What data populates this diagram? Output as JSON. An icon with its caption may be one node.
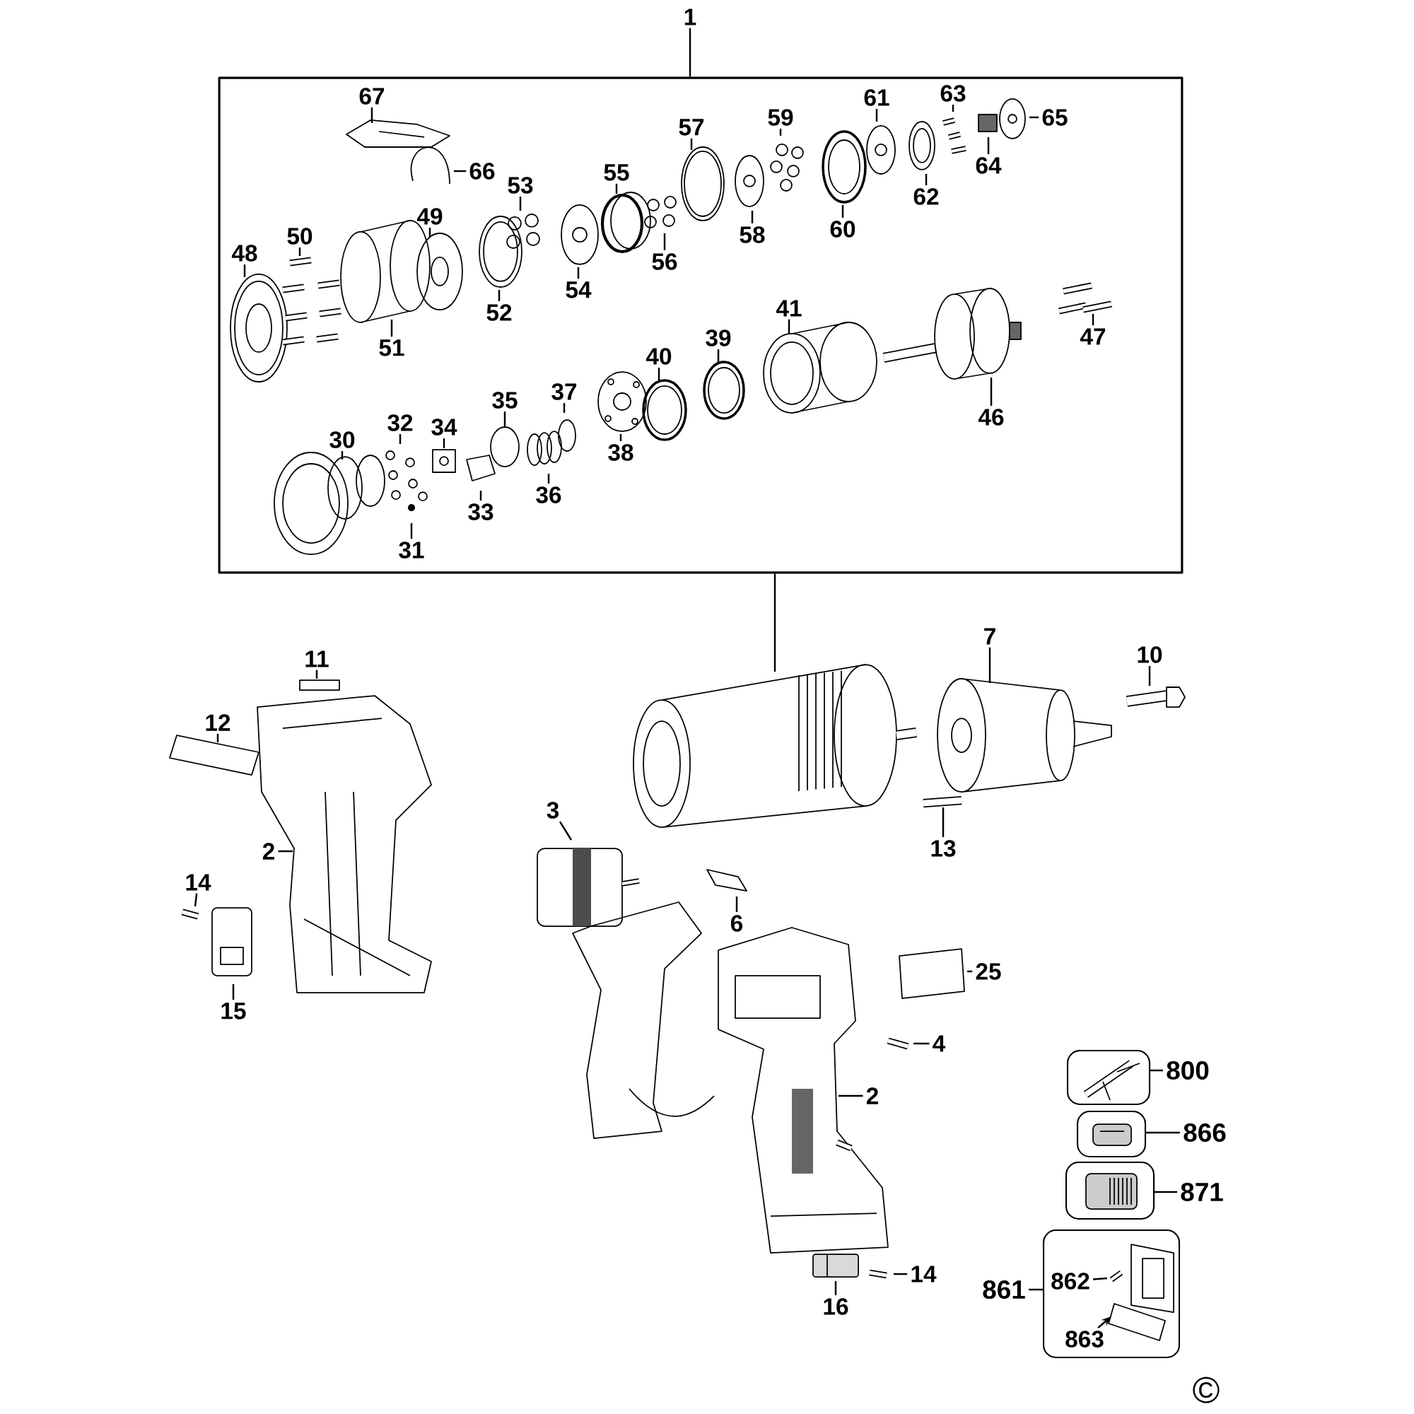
{
  "diagram": {
    "nodes": [
      {
        "text": [
          "1"
        ]
      },
      {
        "text": [],
        "shape": "box"
      },
      {
        "text": [
          "67"
        ],
        "in": 1
      },
      {
        "text": [
          "63"
        ],
        "in": 1
      },
      {
        "text": [
          "61"
        ],
        "in": 1
      },
      {
        "text": [
          "65"
        ],
        "in": 1
      },
      {
        "text": [
          "59"
        ],
        "in": 1
      },
      {
        "text": [
          "57"
        ],
        "in": 1
      },
      {
        "text": [
          "66"
        ],
        "in": 1
      },
      {
        "text": [
          "55"
        ],
        "in": 1
      },
      {
        "text": [
          "53"
        ],
        "in": 1
      },
      {
        "text": [
          "64"
        ],
        "in": 1
      },
      {
        "text": [
          "62"
        ],
        "in": 1
      },
      {
        "text": [
          "49"
        ],
        "in": 1
      },
      {
        "text": [
          "50"
        ],
        "in": 1
      },
      {
        "text": [
          "58"
        ],
        "in": 1
      },
      {
        "text": [
          "60"
        ],
        "in": 1
      },
      {
        "text": [
          "48"
        ],
        "in": 1
      },
      {
        "text": [
          "56"
        ],
        "in": 1
      },
      {
        "text": [
          "54"
        ],
        "in": 1
      },
      {
        "text": [
          "52"
        ],
        "in": 1
      },
      {
        "text": [
          "51"
        ],
        "in": 1
      },
      {
        "text": [
          "41"
        ],
        "in": 1
      },
      {
        "text": [
          "47"
        ],
        "in": 1
      },
      {
        "text": [
          "39"
        ],
        "in": 1
      },
      {
        "text": [
          "40"
        ],
        "in": 1
      },
      {
        "text": [
          "37"
        ],
        "in": 1
      },
      {
        "text": [
          "35"
        ],
        "in": 1
      },
      {
        "text": [
          "46"
        ],
        "in": 1
      },
      {
        "text": [
          "32"
        ],
        "in": 1
      },
      {
        "text": [
          "34"
        ],
        "in": 1
      },
      {
        "text": [
          "30"
        ],
        "in": 1
      },
      {
        "text": [
          "38"
        ],
        "in": 1
      },
      {
        "text": [
          "36"
        ],
        "in": 1
      },
      {
        "text": [
          "33"
        ],
        "in": 1
      },
      {
        "text": [
          "31"
        ],
        "in": 1
      },
      {
        "text": [
          "7"
        ]
      },
      {
        "text": [
          "10"
        ]
      },
      {
        "text": [
          "11"
        ]
      },
      {
        "text": [
          "12"
        ]
      },
      {
        "text": [
          "3"
        ]
      },
      {
        "text": [
          "13"
        ]
      },
      {
        "text": [
          "2"
        ]
      },
      {
        "text": [
          "14"
        ]
      },
      {
        "text": [
          "6"
        ]
      },
      {
        "text": [
          "25"
        ]
      },
      {
        "text": [
          "15"
        ]
      },
      {
        "text": [
          "4"
        ]
      },
      {
        "text": [
          "2"
        ]
      },
      {
        "text": [
          "14"
        ]
      },
      {
        "text": [
          "16"
        ]
      },
      {
        "text": [],
        "shape": "box"
      },
      {
        "text": [
          "800"
        ]
      },
      {
        "text": [],
        "shape": "box"
      },
      {
        "text": [
          "866"
        ]
      },
      {
        "text": [],
        "shape": "box"
      },
      {
        "text": [
          "871"
        ]
      },
      {
        "text": [],
        "shape": "box"
      },
      {
        "text": [
          "862"
        ],
        "in": 57
      },
      {
        "text": [
          "863"
        ],
        "in": 57
      },
      {
        "text": [
          "861"
        ]
      },
      {
        "text": [],
        "shape": "picture"
      },
      {
        "text": [],
        "shape": "picture"
      },
      {
        "text": [],
        "shape": "picture"
      },
      {
        "text": [],
        "shape": "picture",
        "in": 57
      }
    ],
    "edges": [
      {
        "from": 0,
        "to": 1,
        "arrow": "none"
      },
      {
        "from": 1,
        "to": 61,
        "arrow": "none"
      },
      {
        "from": 2,
        "to": null,
        "arrow": "none"
      },
      {
        "from": 3,
        "to": null,
        "arrow": "none"
      },
      {
        "from": 4,
        "to": null,
        "arrow": "none"
      },
      {
        "from": 5,
        "to": null,
        "arrow": "none"
      },
      {
        "from": 6,
        "to": null,
        "arrow": "none"
      },
      {
        "from": 7,
        "to": null,
        "arrow": "none"
      },
      {
        "from": 8,
        "to": null,
        "arrow": "none"
      },
      {
        "from": 9,
        "to": null,
        "arrow": "none"
      },
      {
        "from": 10,
        "to": null,
        "arrow": "none"
      },
      {
        "from": 11,
        "to": null,
        "arrow": "none"
      },
      {
        "from": 12,
        "to": null,
        "arrow": "none"
      },
      {
        "from": 13,
        "to": null,
        "arrow": "none"
      },
      {
        "from": 14,
        "to": null,
        "arrow": "none"
      },
      {
        "from": 15,
        "to": null,
        "arrow": "none"
      },
      {
        "from": 16,
        "to": null,
        "arrow": "none"
      },
      {
        "from": 17,
        "to": null,
        "arrow": "none"
      },
      {
        "from": 18,
        "to": null,
        "arrow": "none"
      },
      {
        "from": 19,
        "to": null,
        "arrow": "none"
      },
      {
        "from": 20,
        "to": null,
        "arrow": "none"
      },
      {
        "from": 21,
        "to": null,
        "arrow": "none"
      },
      {
        "from": 22,
        "to": null,
        "arrow": "none"
      },
      {
        "from": 23,
        "to": null,
        "arrow": "none"
      },
      {
        "from": 24,
        "to": null,
        "arrow": "none"
      },
      {
        "from": 25,
        "to": null,
        "arrow": "none"
      },
      {
        "from": 26,
        "to": null,
        "arrow": "none"
      },
      {
        "from": 27,
        "to": null,
        "arrow": "none"
      },
      {
        "from": 28,
        "to": null,
        "arrow": "none"
      },
      {
        "from": 29,
        "to": null,
        "arrow": "none"
      },
      {
        "from": 30,
        "to": null,
        "arrow": "none"
      },
      {
        "from": 31,
        "to": null,
        "arrow": "none"
      },
      {
        "from": 32,
        "to": null,
        "arrow": "none"
      },
      {
        "from": 33,
        "to": null,
        "arrow": "none"
      },
      {
        "from": 34,
        "to": null,
        "arrow": "none"
      },
      {
        "from": 35,
        "to": null,
        "arrow": "none"
      },
      {
        "from": 36,
        "to": null,
        "arrow": "none"
      },
      {
        "from": 37,
        "to": null,
        "arrow": "none"
      },
      {
        "from": 38,
        "to": null,
        "arrow": "none"
      },
      {
        "from": 39,
        "to": null,
        "arrow": "none"
      },
      {
        "from": 40,
        "to": 62,
        "arrow": "none"
      },
      {
        "from": 41,
        "to": null,
        "arrow": "none"
      },
      {
        "from": 42,
        "to": null,
        "arrow": "none"
      },
      {
        "from": 43,
        "to": null,
        "arrow": "none"
      },
      {
        "from": 44,
        "to": null,
        "arrow": "none"
      },
      {
        "from": 45,
        "to": null,
        "arrow": "none"
      },
      {
        "from": 46,
        "to": 63,
        "arrow": "none"
      },
      {
        "from": 47,
        "to": null,
        "arrow": "none"
      },
      {
        "from": 48,
        "to": null,
        "arrow": "none"
      },
      {
        "from": 49,
        "to": null,
        "arrow": "none"
      },
      {
        "from": 50,
        "to": null,
        "arrow": "none"
      },
      {
        "from": 52,
        "to": 51,
        "arrow": "none"
      },
      {
        "from": 54,
        "to": 53,
        "arrow": "none"
      },
      {
        "from": 56,
        "to": 55,
        "arrow": "none"
      },
      {
        "from": 58,
        "to": 64,
        "arrow": "none"
      },
      {
        "from": 59,
        "to": 64,
        "arrow": "to"
      },
      {
        "from": 60,
        "to": 57,
        "arrow": "none"
      }
    ],
    "labels": [
      "©"
    ]
  }
}
